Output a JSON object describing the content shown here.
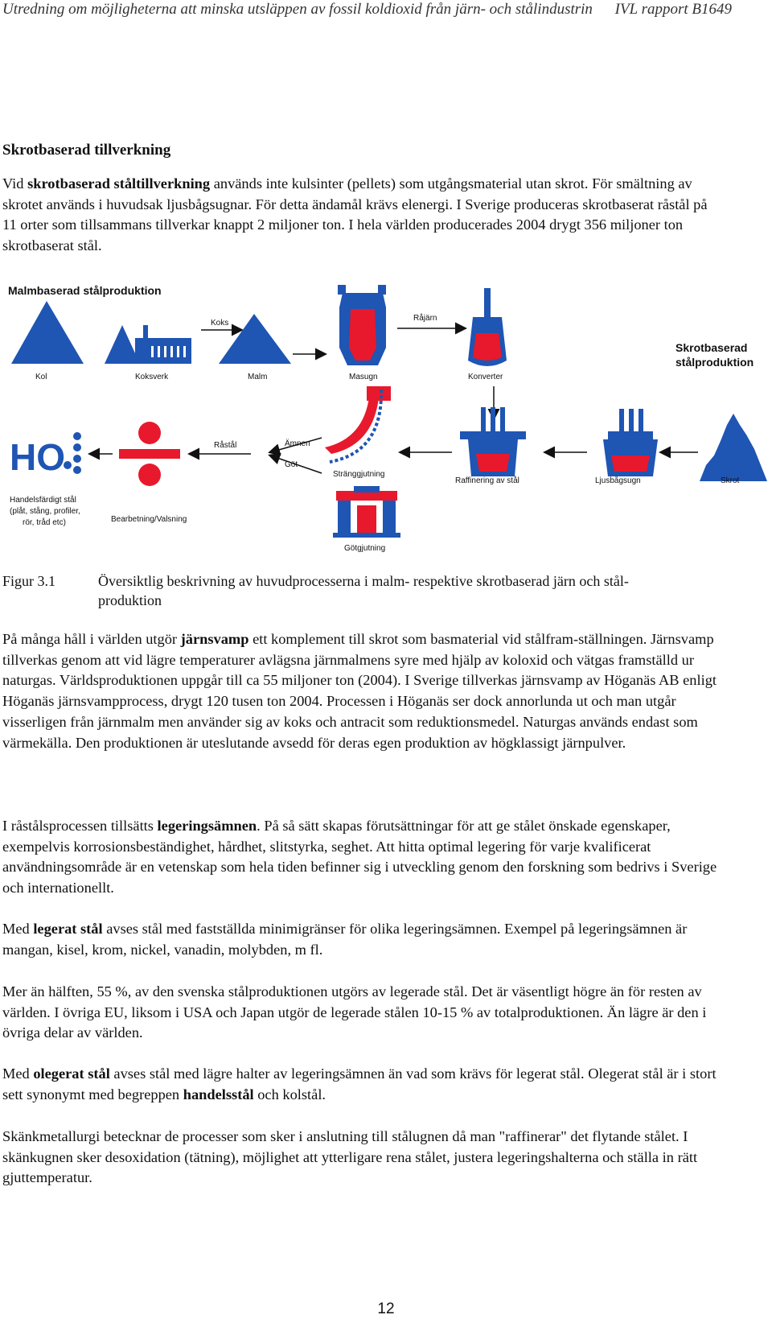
{
  "header": {
    "title": "Utredning om möjligheterna att minska utsläppen av fossil koldioxid från järn- och stålindustrin",
    "report": "IVL rapport B1649"
  },
  "section_heading": "Skrotbaserad tillverkning",
  "p1": {
    "t1": "Vid ",
    "b1": "skrotbaserad ståltillverkning",
    "t2": " används inte kulsinter (pellets) som utgångsmaterial utan skrot. För smältning av skrotet används i huvudsak ljusbågsugnar. För detta ändamål krävs elenergi. I Sverige produceras skrotbaserat råstål på 11 orter som tillsammans tillverkar knappt 2 miljoner ton. I hela världen producerades 2004 drygt 356 miljoner ton skrotbaserat stål."
  },
  "diagram": {
    "malm_title": "Malmbaserad stålproduktion",
    "skrot_title_1": "Skrotbaserad",
    "skrot_title_2": "stålproduktion",
    "kol": "Kol",
    "koksverk": "Koksverk",
    "koks": "Koks",
    "malm": "Malm",
    "masugn": "Masugn",
    "rajarn": "Råjärn",
    "konverter": "Konverter",
    "handels_1": "Handelsfärdigt stål",
    "handels_2": "(plåt, stång, profiler,",
    "handels_3": "rör, tråd etc)",
    "bearbetning": "Bearbetning/Valsning",
    "rastal": "Råstål",
    "amnen": "Ämnen",
    "got": "Göt",
    "stranggjutning": "Stränggjutning",
    "gotgjutning": "Götgjutning",
    "raffinering": "Raffinering av stål",
    "ljusbagsugn": "Ljusbågsugn",
    "skrot": "Skrot",
    "ho_text": "HO"
  },
  "caption": {
    "label": "Figur 3.1",
    "text": "Översiktlig beskrivning av huvudprocesserna i malm- respektive skrotbaserad järn och stål-produktion"
  },
  "p2": {
    "t1": "På många håll i världen utgör ",
    "b1": "järnsvamp",
    "t2": " ett komplement till skrot som basmaterial vid stålfram-ställningen. Järnsvamp tillverkas genom att vid lägre temperaturer avlägsna järnmalmens syre med hjälp av koloxid och vätgas framställd ur naturgas. Världsproduktionen uppgår till ca 55 miljoner ton (2004). I Sverige tillverkas järnsvamp av Höganäs AB enligt Höganäs järnsvampprocess, drygt 120 tusen ton 2004. Processen i Höganäs ser dock annorlunda ut och man utgår visserligen från järnmalm men använder sig av koks och antracit som reduktionsmedel. Naturgas används endast som värmekälla. Den produktionen är uteslutande avsedd för deras egen produktion av högklassigt järnpulver."
  },
  "p3": {
    "t1": "I råstålsprocessen tillsätts ",
    "b1": "legeringsämnen",
    "t2": ". På så sätt skapas förutsättningar för att ge stålet önskade egenskaper, exempelvis korrosionsbeständighet, hårdhet, slitstyrka, seghet. Att hitta optimal legering för varje kvalificerat användningsområde är en vetenskap som hela tiden befinner sig i utveckling genom den forskning som bedrivs i Sverige och internationellt."
  },
  "p4": {
    "t1": "Med ",
    "b1": "legerat stål",
    "t2": " avses stål med fastställda minimigränser för olika legeringsämnen. Exempel på legeringsämnen är mangan, kisel, krom, nickel, vanadin, molybden, m fl."
  },
  "p5": {
    "text": "Mer än hälften, 55 %, av den svenska stålproduktionen utgörs av legerade stål. Det är väsentligt högre än för resten av världen. I övriga EU, liksom i USA och Japan utgör de legerade stålen 10-15 % av totalproduktionen. Än lägre är den i övriga delar av världen."
  },
  "p6": {
    "t1": "Med ",
    "b1": "olegerat stål",
    "t2": " avses stål med lägre halter av legeringsämnen än vad som krävs för legerat stål. Olegerat stål är i stort sett synonymt med begreppen ",
    "b2": "handelsstål",
    "t3": " och kolstål."
  },
  "p7": {
    "text": "Skänkmetallurgi betecknar de processer som sker i anslutning till stålugnen då man \"raffinerar\" det flytande stålet. I skänkugnen sker desoxidation (tätning), möjlighet att ytterligare rena stålet, justera legeringshalterna och ställa in rätt gjuttemperatur."
  },
  "page_number": "12",
  "colors": {
    "blue": "#1f55b3",
    "red": "#e8192c",
    "text": "#111111"
  }
}
